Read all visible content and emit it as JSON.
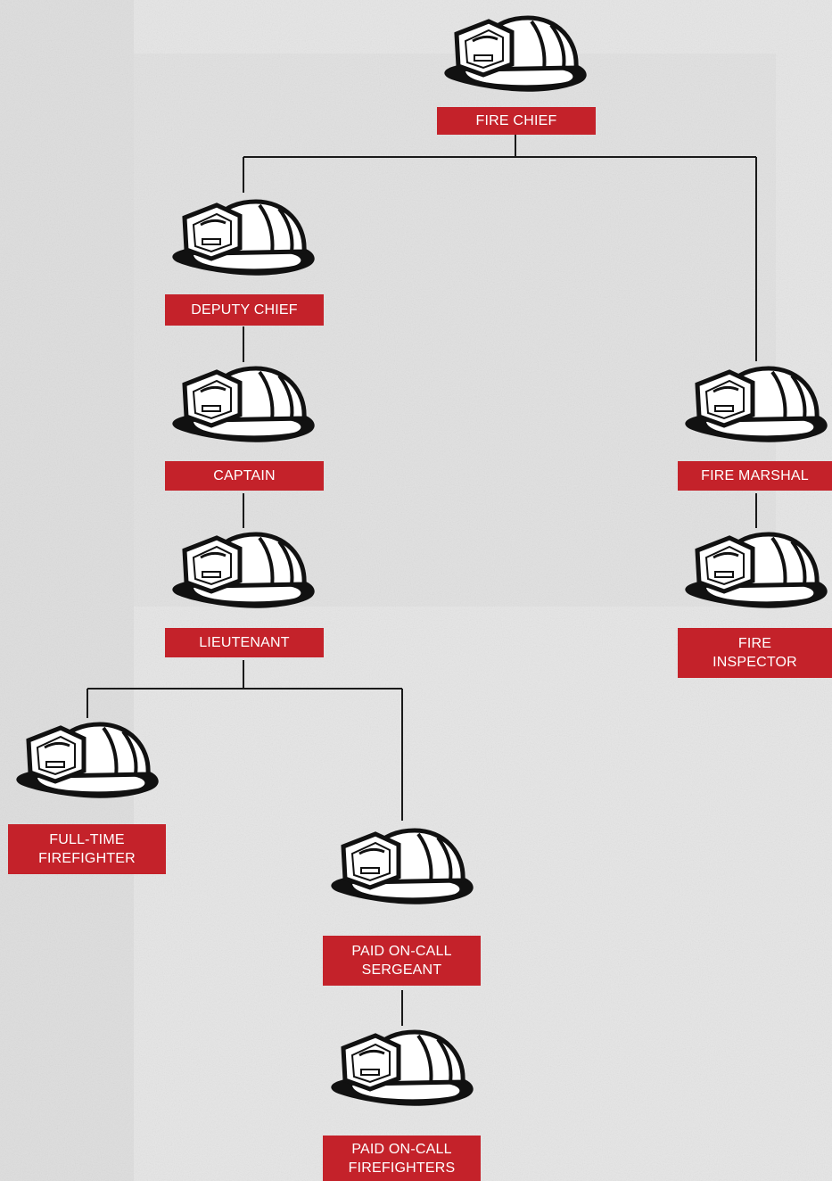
{
  "nodes": {
    "fire_chief": {
      "label": "FIRE CHIEF"
    },
    "deputy_chief": {
      "label": "DEPUTY CHIEF"
    },
    "captain": {
      "label": "CAPTAIN"
    },
    "lieutenant": {
      "label": "LIEUTENANT"
    },
    "fire_marshal": {
      "label": "FIRE MARSHAL"
    },
    "fire_inspector": {
      "label": "FIRE\nINSPECTOR"
    },
    "full_time_firefighter": {
      "label": "FULL-TIME\nFIREFIGHTER"
    },
    "paid_on_call_sergeant": {
      "label": "PAID ON-CALL\nSERGEANT"
    },
    "paid_on_call_firefighters": {
      "label": "PAID ON-CALL\nFIREFIGHTERS"
    }
  },
  "colors": {
    "label_bg": "#c4222a",
    "label_text": "#ffffff",
    "line": "#1a1a1a",
    "background": "#e4e4e4"
  },
  "icons": {
    "node_icon": "fire-helmet-icon"
  }
}
